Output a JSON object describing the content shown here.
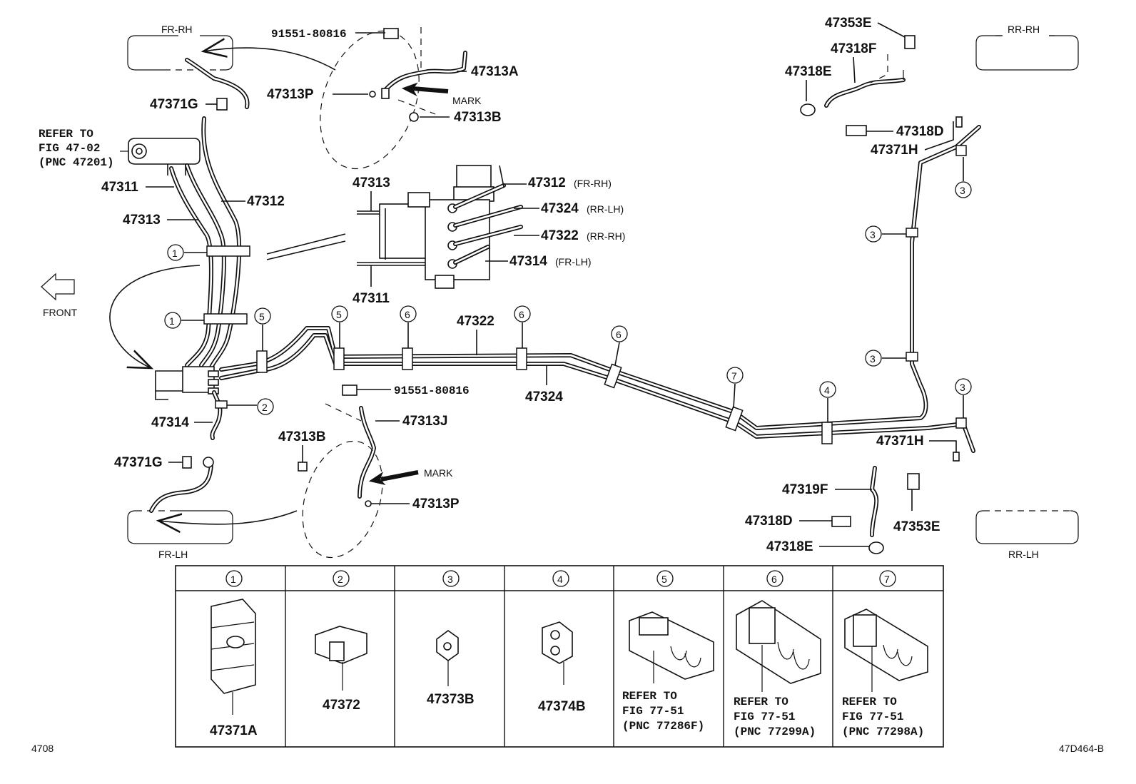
{
  "diagram": {
    "doc_number": "4708",
    "drawing_code": "47D464-B",
    "front_label": "FRONT",
    "mark_label": "MARK",
    "corners": {
      "fr_rh": "FR-RH",
      "rr_rh": "RR-RH",
      "fr_lh": "FR-LH",
      "rr_lh": "RR-LH"
    },
    "refer_master": {
      "line1": "REFER TO",
      "line2": "FIG 47-02",
      "line3": "(PNC 47201)"
    },
    "callouts": {
      "bolt_top": "91551-80816",
      "p47313A": "47313A",
      "p47313P_top": "47313P",
      "p47313B_top": "47313B",
      "p47371G_top": "47371G",
      "p47311": "47311",
      "p47312": "47312",
      "p47313": "47313",
      "p47314": "47314",
      "p47322": "47322",
      "p47324": "47324",
      "bolt_mid": "91551-80816",
      "p47313J": "47313J",
      "p47313B_low": "47313B",
      "p47313P_low": "47313P",
      "p47371G_low": "47371G",
      "p47353E_top": "47353E",
      "p47318F": "47318F",
      "p47318E_top": "47318E",
      "p47318D_top": "47318D",
      "p47371H_top": "47371H",
      "p47371H_low": "47371H",
      "p47319F": "47319F",
      "p47318D_low": "47318D",
      "p47353E_low": "47353E",
      "p47318E_low": "47318E"
    },
    "detail": {
      "d47313": "47313",
      "d47311": "47311",
      "d47312": "47312",
      "d47312_note": "(FR-RH)",
      "d47324": "47324",
      "d47324_note": "(RR-LH)",
      "d47322": "47322",
      "d47322_note": "(RR-RH)",
      "d47314": "47314",
      "d47314_note": "(FR-LH)"
    },
    "clip_markers": [
      "1",
      "1",
      "2",
      "3",
      "3",
      "3",
      "3",
      "4",
      "5",
      "5",
      "6",
      "6",
      "6",
      "7"
    ]
  },
  "legend": {
    "cells": [
      {
        "num": "1",
        "lines": [
          "47371A"
        ]
      },
      {
        "num": "2",
        "lines": [
          "47372"
        ]
      },
      {
        "num": "3",
        "lines": [
          "47373B"
        ]
      },
      {
        "num": "4",
        "lines": [
          "47374B"
        ]
      },
      {
        "num": "5",
        "lines": [
          "REFER TO",
          "FIG 77-51",
          "(PNC 77286F)"
        ]
      },
      {
        "num": "6",
        "lines": [
          "REFER TO",
          "FIG 77-51",
          "(PNC 77299A)"
        ]
      },
      {
        "num": "7",
        "lines": [
          "REFER TO",
          "FIG 77-51",
          "(PNC 77298A)"
        ]
      }
    ]
  }
}
